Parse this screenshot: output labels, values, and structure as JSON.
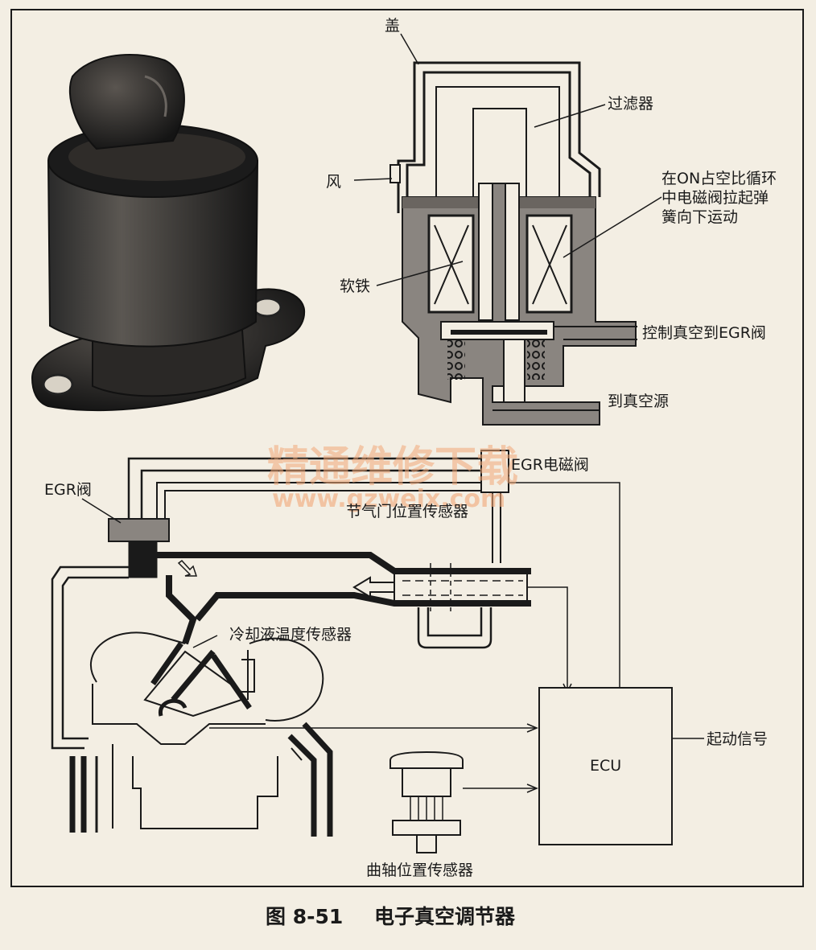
{
  "valve_labels": {
    "cover": "盖",
    "filter": "过滤器",
    "vent": "风",
    "solenoid_note_1": "在ON占空比循环",
    "solenoid_note_2": "中电磁阀拉起弹",
    "solenoid_note_3": "簧向下运动",
    "armature": "软铁",
    "control_vacuum": "控制真空到EGR阀",
    "to_vacuum_source": "到真空源"
  },
  "system_labels": {
    "egr_valve": "EGR阀",
    "egr_solenoid": "EGR电磁阀",
    "throttle_sensor": "节气门位置传感器",
    "coolant_sensor": "冷却液温度传感器",
    "ecu": "ECU",
    "start_signal": "起动信号",
    "crank_sensor": "曲轴位置传感器"
  },
  "watermark": {
    "line1": "精通维修下载",
    "line2": "www.gzweix.com"
  },
  "caption": {
    "number": "图 8-51",
    "title": "电子真空调节器"
  },
  "colors": {
    "ink": "#1a1a1a",
    "paper": "#f3eee3",
    "body_gray": "#8a8580",
    "watermark": "#f2a878"
  }
}
